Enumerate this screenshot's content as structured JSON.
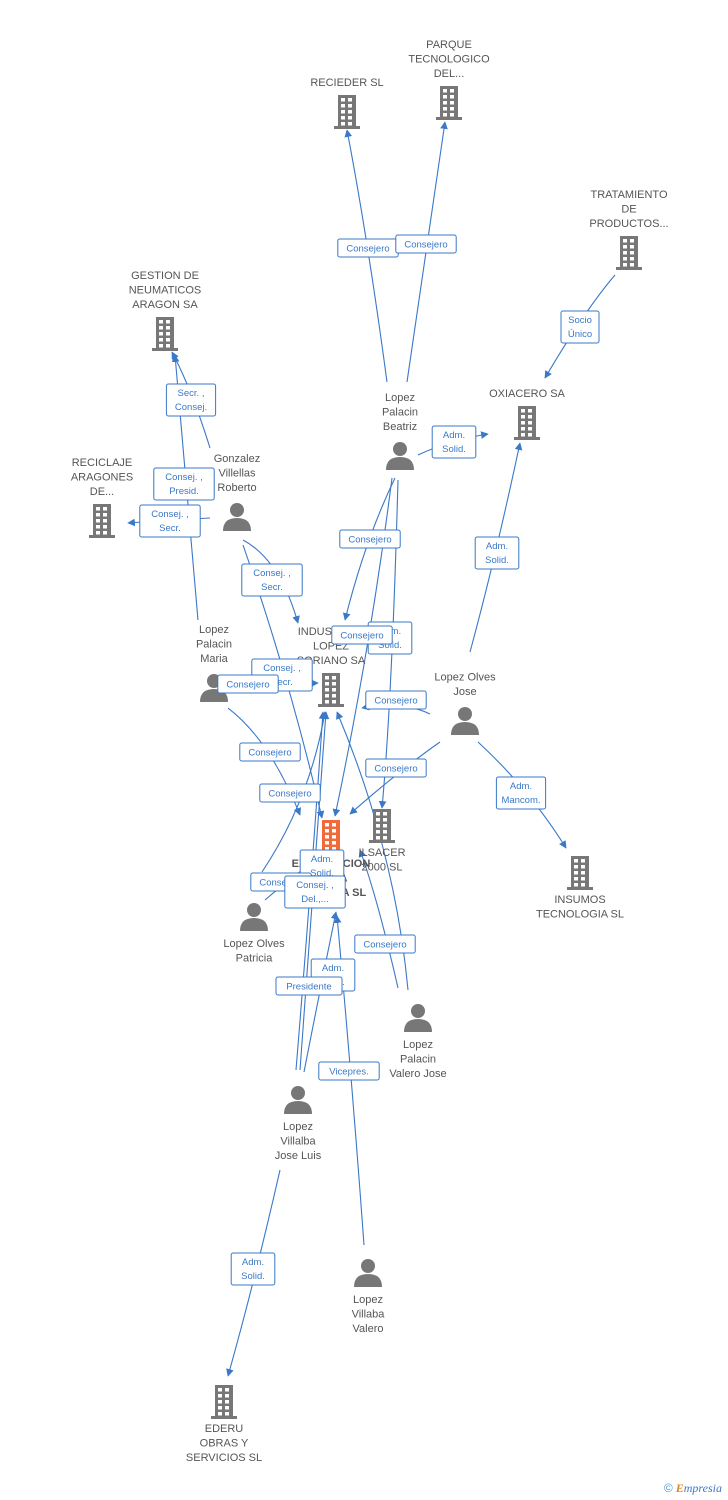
{
  "colors": {
    "edge": "#3a78c8",
    "node": "#777777",
    "focus": "#f06a3a",
    "label": "#555555"
  },
  "nodes": [
    {
      "id": "recieder",
      "type": "company",
      "label": [
        "RECIEDER SL"
      ]
    },
    {
      "id": "parque",
      "type": "company",
      "label": [
        "PARQUE",
        "TECNOLOGICO",
        "DEL..."
      ]
    },
    {
      "id": "tratamiento",
      "type": "company",
      "label": [
        "TRATAMIENTO",
        "DE",
        "PRODUCTOS..."
      ]
    },
    {
      "id": "gestion",
      "type": "company",
      "label": [
        "GESTION DE",
        "NEUMATICOS",
        "ARAGON SA"
      ]
    },
    {
      "id": "oxiacero",
      "type": "company",
      "label": [
        "OXIACERO SA"
      ]
    },
    {
      "id": "reciclaje",
      "type": "company",
      "label": [
        "RECICLAJE",
        "ARAGONES",
        "DE..."
      ]
    },
    {
      "id": "industrias",
      "type": "company",
      "label": [
        "INDUSTRIAS",
        "LOPEZ",
        "SORIANO SA"
      ]
    },
    {
      "id": "main",
      "type": "focus",
      "label": [
        "EXPLOTACION",
        "DE LA",
        "CANTERA SL"
      ]
    },
    {
      "id": "ilsacer",
      "type": "company",
      "label": [
        "ILSACER",
        "2000 SL"
      ]
    },
    {
      "id": "insumos",
      "type": "company",
      "label": [
        "INSUMOS",
        "TECNOLOGIA SL"
      ]
    },
    {
      "id": "ederu",
      "type": "company",
      "label": [
        "EDERU",
        "OBRAS Y",
        "SERVICIOS SL"
      ]
    },
    {
      "id": "beatriz",
      "type": "person",
      "label": [
        "Lopez",
        "Palacin",
        "Beatriz"
      ]
    },
    {
      "id": "gonzalez",
      "type": "person",
      "label": [
        "Gonzalez",
        "Villellas",
        "Roberto"
      ]
    },
    {
      "id": "maria",
      "type": "person",
      "label": [
        "Lopez",
        "Palacin",
        "Maria"
      ]
    },
    {
      "id": "jose",
      "type": "person",
      "label": [
        "Lopez Olves",
        "Jose"
      ]
    },
    {
      "id": "patricia",
      "type": "person",
      "label": [
        "Lopez Olves",
        "Patricia"
      ]
    },
    {
      "id": "valerojose",
      "type": "person",
      "label": [
        "Lopez",
        "Palacin",
        "Valero Jose"
      ]
    },
    {
      "id": "joseluis",
      "type": "person",
      "label": [
        "Lopez",
        "Villalba",
        "Jose Luis"
      ]
    },
    {
      "id": "valero",
      "type": "person",
      "label": [
        "Lopez",
        "Villaba",
        "Valero"
      ]
    }
  ],
  "edges": [
    {
      "id": "e1",
      "label": [
        "Consejero"
      ]
    },
    {
      "id": "e2",
      "label": [
        "Consejero"
      ]
    },
    {
      "id": "e3",
      "label": [
        "Socio",
        "Único"
      ]
    },
    {
      "id": "e4",
      "label": [
        "Adm.",
        "Solid."
      ]
    },
    {
      "id": "e5",
      "label": [
        "Secr. ,",
        "Consej."
      ]
    },
    {
      "id": "e6",
      "label": [
        "Consej. ,",
        "Presid."
      ]
    },
    {
      "id": "e7",
      "label": [
        "Consej. ,",
        "Secr."
      ]
    },
    {
      "id": "e8",
      "label": [
        "Consejero"
      ]
    },
    {
      "id": "e9",
      "label": [
        "Consej. ,",
        "Secr."
      ]
    },
    {
      "id": "e10",
      "label": [
        "Adm.",
        "Solid."
      ]
    },
    {
      "id": "e11",
      "label": [
        "Consejero"
      ]
    },
    {
      "id": "e12",
      "label": [
        "Adm.",
        "Solid."
      ]
    },
    {
      "id": "e13",
      "label": [
        "Consejero"
      ]
    },
    {
      "id": "e14",
      "label": [
        "Consej. ,",
        "Secr."
      ]
    },
    {
      "id": "e15",
      "label": [
        "Consejero"
      ]
    },
    {
      "id": "e16",
      "label": [
        "Consejero"
      ]
    },
    {
      "id": "e17",
      "label": [
        "Adm.",
        "Mancom."
      ]
    },
    {
      "id": "e18",
      "label": [
        "Consejero"
      ]
    },
    {
      "id": "e19",
      "label": [
        "Consejero"
      ]
    },
    {
      "id": "e20",
      "label": [
        "Adm.",
        "Solid."
      ]
    },
    {
      "id": "e21",
      "label": [
        "Consejero"
      ]
    },
    {
      "id": "e22",
      "label": [
        "Consej. ,",
        "Del.,..."
      ]
    },
    {
      "id": "e23",
      "label": [
        "Consejero"
      ]
    },
    {
      "id": "e24",
      "label": [
        "Adm.",
        "Solid."
      ]
    },
    {
      "id": "e25",
      "label": [
        "Presidente"
      ]
    },
    {
      "id": "e26",
      "label": [
        "Vicepres."
      ]
    },
    {
      "id": "e27",
      "label": [
        "Adm.",
        "Solid."
      ]
    }
  ],
  "footer": {
    "copyright": "©",
    "brand_initial": "E",
    "brand_rest": "mpresia"
  }
}
